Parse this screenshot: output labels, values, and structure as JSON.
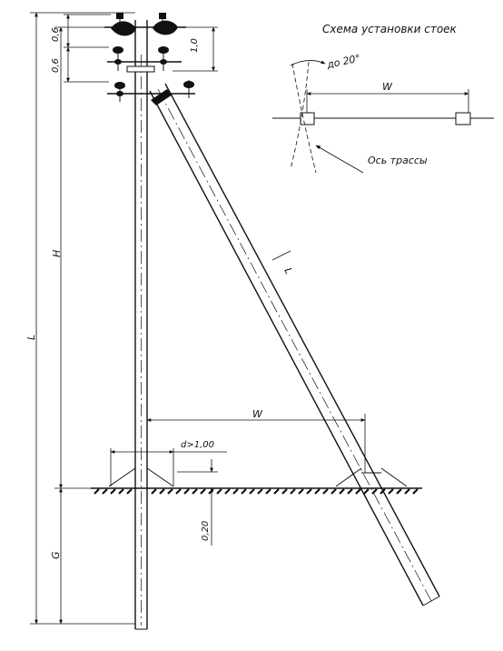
{
  "inset": {
    "title": "Схема установки стоек",
    "angle_label": "до 20°",
    "width_label": "W",
    "axis_label": "Ось трассы"
  },
  "dimensions": {
    "top_spacing_1": "0,6",
    "top_spacing_2": "0,6",
    "crossarm_height": "1,0",
    "height_label": "H",
    "total_length_label": "L",
    "strut_length_label": "L",
    "base_width_label": "W",
    "bracket_distance": "d>1,00",
    "depth_label": "0,20",
    "embedment_label": "G"
  },
  "colors": {
    "ink": "#111111",
    "paper": "#ffffff"
  }
}
